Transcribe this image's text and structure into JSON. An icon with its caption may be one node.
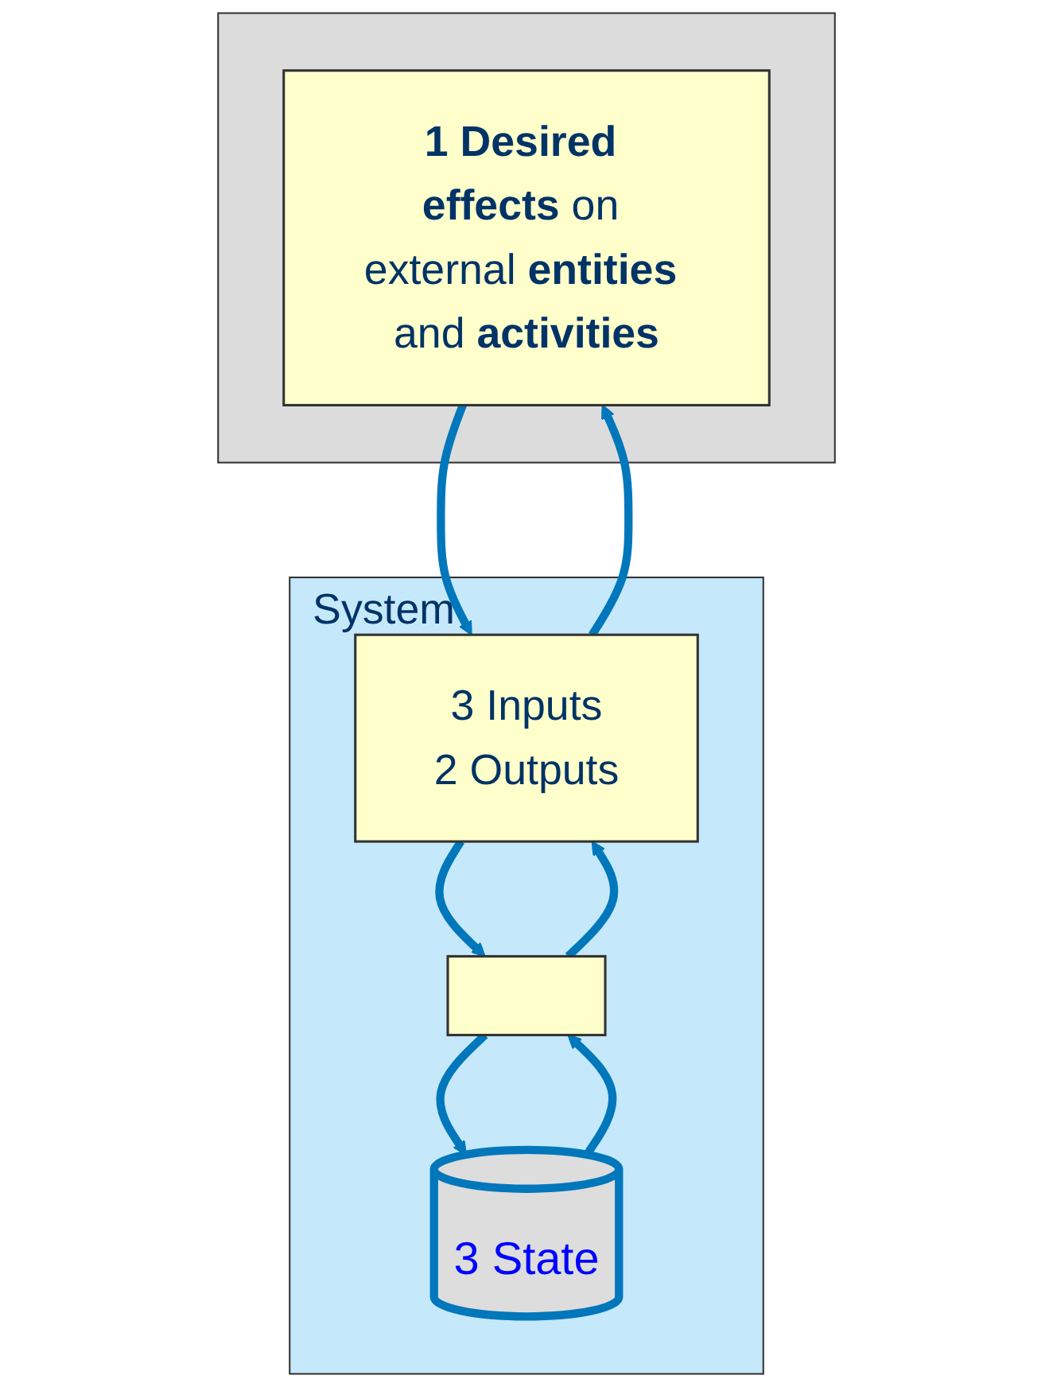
{
  "diagram": {
    "nodes": [
      {
        "text": [],
        "shape": "box"
      },
      {
        "text": [
          "**1 Desired effects** on external **entities** and **activities**"
        ],
        "in": 0
      },
      {
        "text": [
          "System"
        ]
      },
      {
        "text": [
          "3 Inputs",
          "2 Outputs"
        ],
        "in": 2
      },
      {
        "text": [],
        "shape": "box",
        "in": 2
      },
      {
        "text": [
          "3 State"
        ],
        "in": 2
      }
    ],
    "edges": [
      {
        "from": 1,
        "to": 3,
        "arrow": "to"
      },
      {
        "from": 3,
        "to": 1,
        "arrow": "to"
      },
      {
        "from": 3,
        "to": 4,
        "arrow": "to"
      },
      {
        "from": 4,
        "to": 3,
        "arrow": "to"
      },
      {
        "from": 4,
        "to": 5,
        "arrow": "to"
      },
      {
        "from": 5,
        "to": 4,
        "arrow": "to"
      }
    ]
  }
}
